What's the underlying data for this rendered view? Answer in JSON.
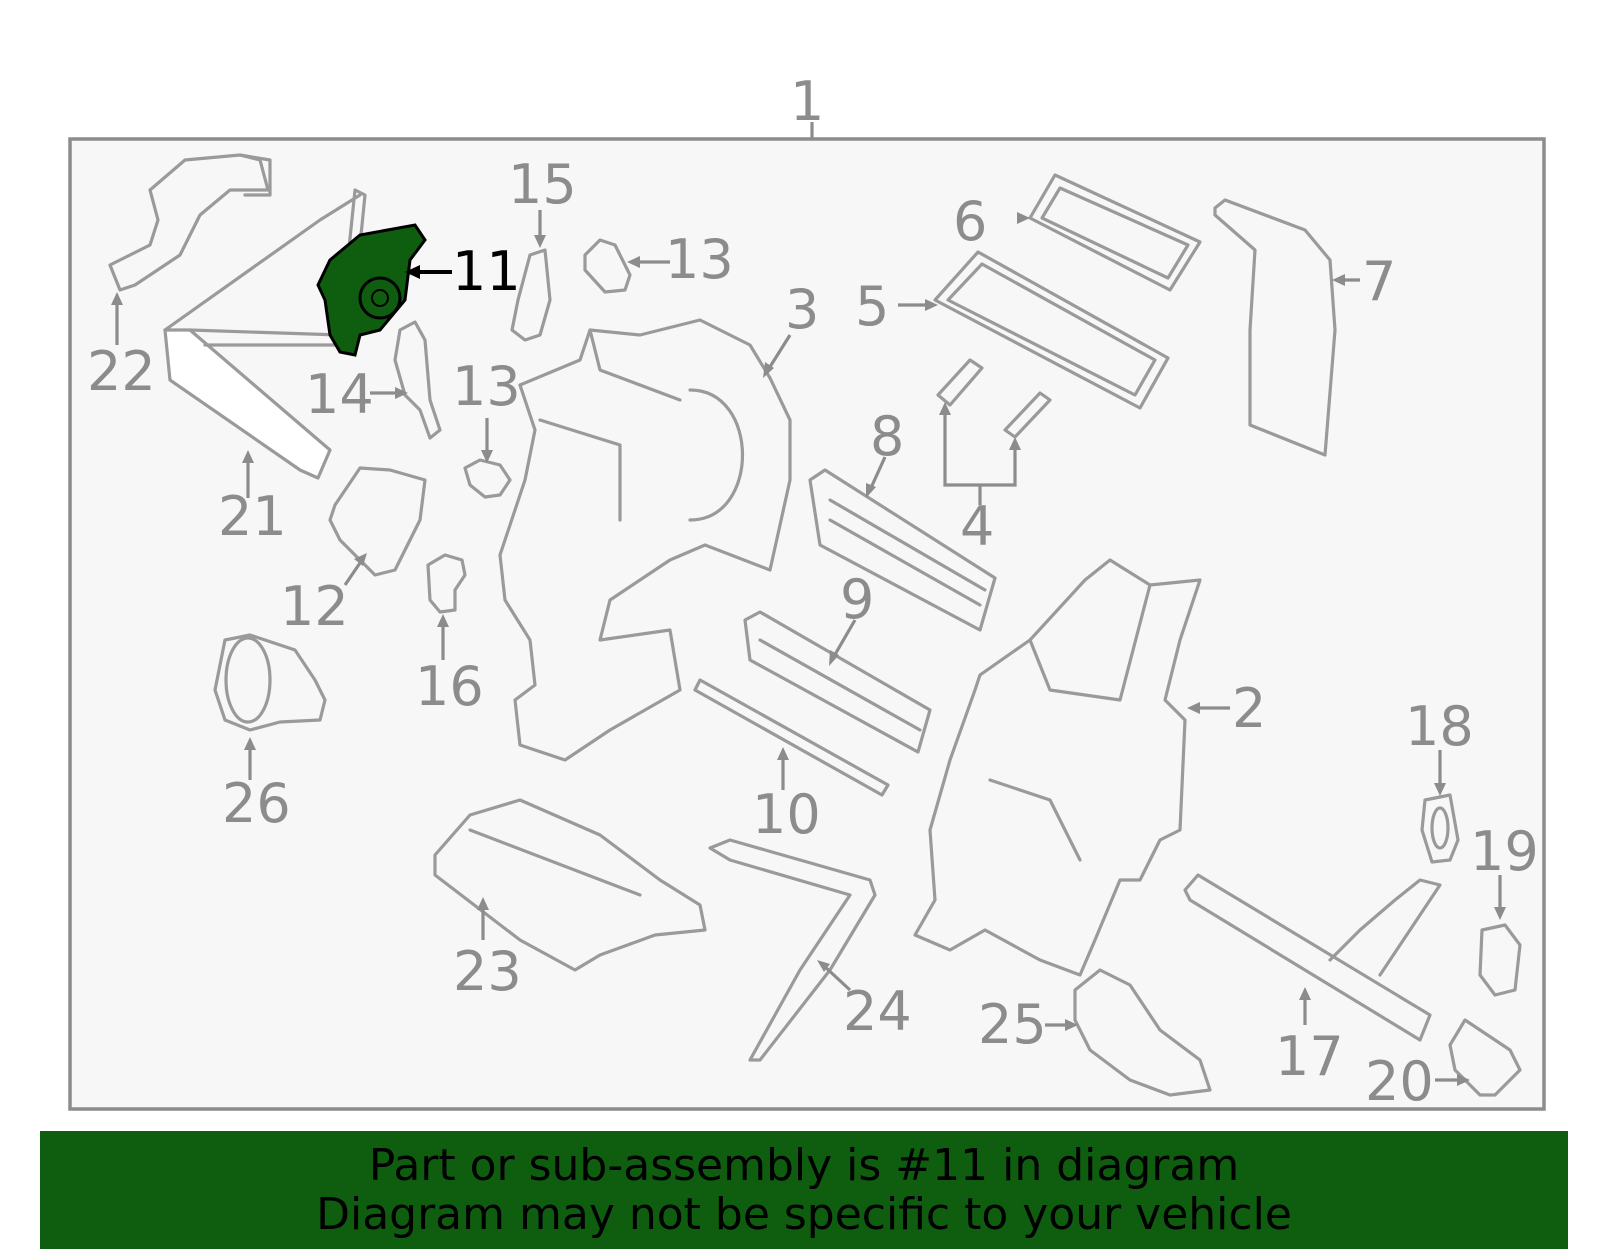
{
  "diagram": {
    "highlight_color": "#0f5d0f",
    "highlighted_part": "11",
    "callouts": {
      "c1": "1",
      "c2": "2",
      "c3": "3",
      "c4": "4",
      "c5": "5",
      "c6": "6",
      "c7": "7",
      "c8": "8",
      "c9": "9",
      "c10": "10",
      "c11": "11",
      "c12": "12",
      "c13a": "13",
      "c13b": "13",
      "c14": "14",
      "c15": "15",
      "c16": "16",
      "c17": "17",
      "c18": "18",
      "c19": "19",
      "c20": "20",
      "c21": "21",
      "c22": "22",
      "c23": "23",
      "c24": "24",
      "c25": "25",
      "c26": "26"
    }
  },
  "banner": {
    "line1": "Part or sub-assembly is #11 in diagram",
    "line2": "Diagram may not be specific to your vehicle",
    "background": "#0f5d0f"
  }
}
